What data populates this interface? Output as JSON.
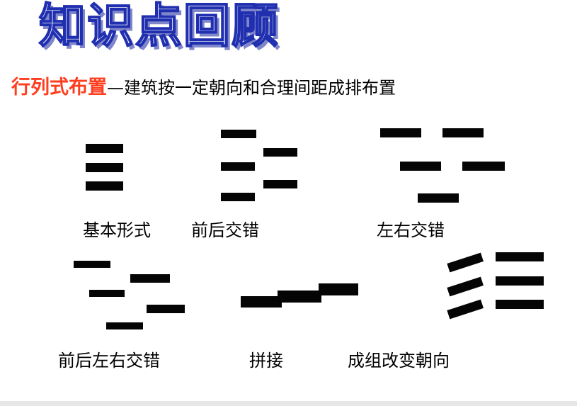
{
  "title": "知识点回顾",
  "subtitle": {
    "keyword": "行列式布置",
    "description": "—建筑按一定朝向和合理间距成排布置"
  },
  "layouts": [
    {
      "id": "basic",
      "label": "基本形式"
    },
    {
      "id": "front-back-staggered",
      "label": "前后交错"
    },
    {
      "id": "left-right-staggered",
      "label": "左右交错"
    },
    {
      "id": "front-back-left-right-staggered",
      "label": "前后左右交错"
    },
    {
      "id": "spliced",
      "label": "拼接"
    },
    {
      "id": "group-orientation",
      "label": "成组改变朝向"
    }
  ],
  "colors": {
    "title_fill": "#ffffff",
    "title_stroke": "#1f2fb0",
    "keyword": "#ff3d1f",
    "building_block": "#050505"
  }
}
